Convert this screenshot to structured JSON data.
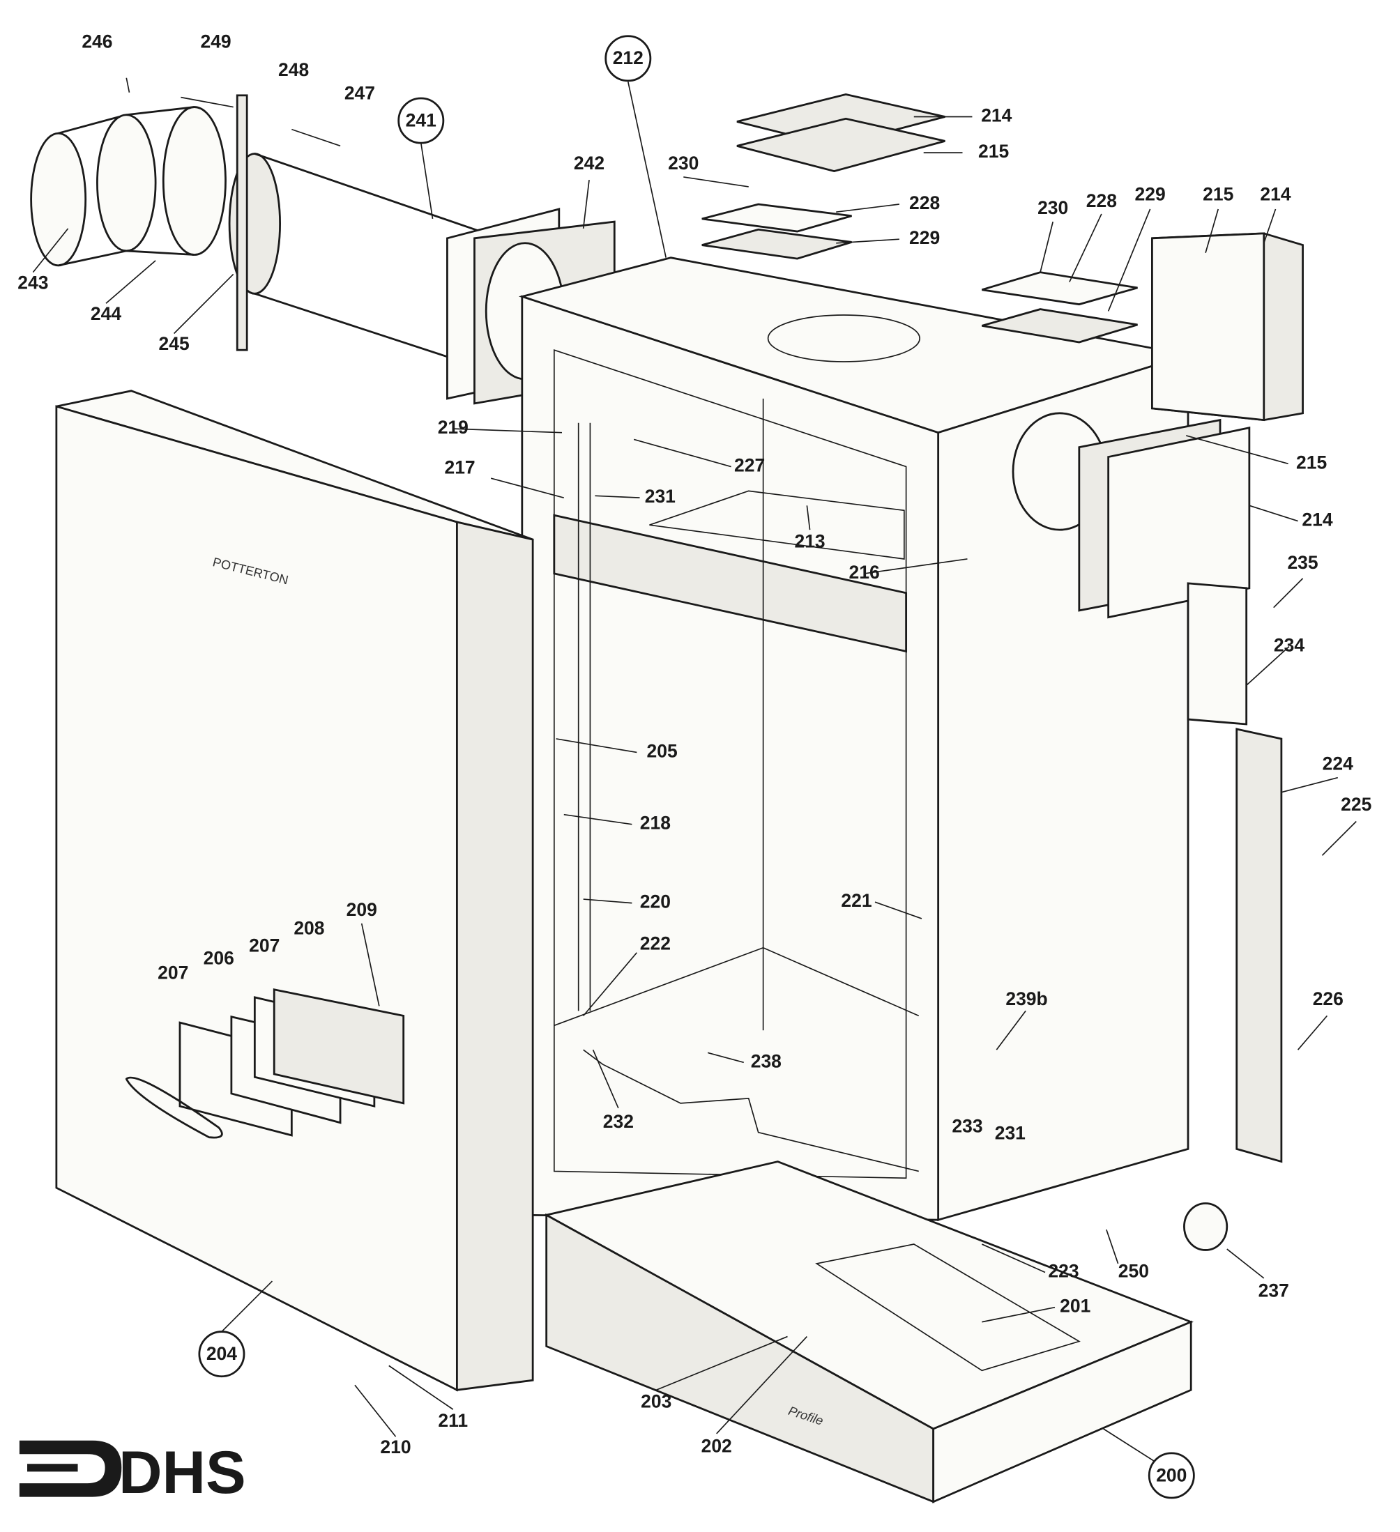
{
  "diagram": {
    "type": "exploded parts diagram",
    "brand_mark": "POTTERTON",
    "model_script": "Profile",
    "logo": "DHS",
    "parts": {
      "p200": "200",
      "p201": "201",
      "p202": "202",
      "p203": "203",
      "p204": "204",
      "p205": "205",
      "p206": "206",
      "p207a": "207",
      "p207b": "207",
      "p208": "208",
      "p209": "209",
      "p210": "210",
      "p211": "211",
      "p212": "212",
      "p213": "213",
      "p214a": "214",
      "p214b": "214",
      "p214c": "214",
      "p215a": "215",
      "p215b": "215",
      "p215c": "215",
      "p216": "216",
      "p217": "217",
      "p218": "218",
      "p219": "219",
      "p220": "220",
      "p221": "221",
      "p222": "222",
      "p223": "223",
      "p224": "224",
      "p225": "225",
      "p226": "226",
      "p227": "227",
      "p228a": "228",
      "p228b": "228",
      "p229a": "229",
      "p229b": "229",
      "p230a": "230",
      "p230b": "230",
      "p231a": "231",
      "p231b": "231",
      "p232": "232",
      "p233": "233",
      "p234": "234",
      "p235": "235",
      "p237": "237",
      "p238": "238",
      "p239b": "239b",
      "p241": "241",
      "p242": "242",
      "p243": "243",
      "p244": "244",
      "p245": "245",
      "p246": "246",
      "p247": "247",
      "p248": "248",
      "p249": "249",
      "p250": "250"
    },
    "circled_parts": [
      "200",
      "204",
      "212",
      "241"
    ]
  }
}
